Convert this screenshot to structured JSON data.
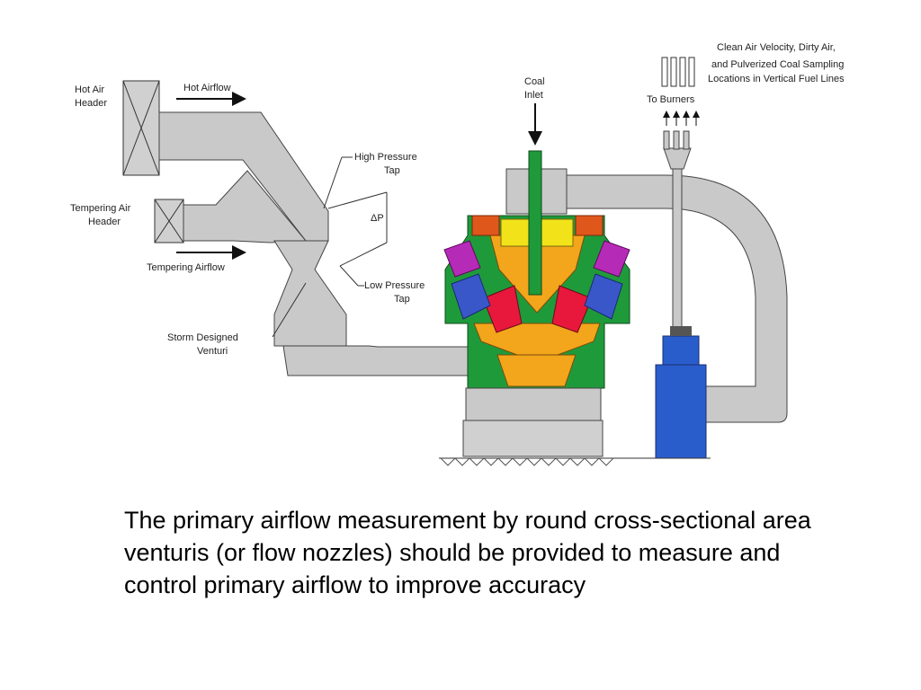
{
  "labels": {
    "hot_air_header": [
      "Hot Air",
      "Header"
    ],
    "hot_airflow": "Hot Airflow",
    "tempering_air_header": [
      "Tempering Air",
      "Header"
    ],
    "tempering_airflow": "Tempering Airflow",
    "high_pressure_tap": [
      "High Pressure",
      "Tap"
    ],
    "delta_p": "ΔP",
    "low_pressure_tap": [
      "Low Pressure",
      "Tap"
    ],
    "storm_venturi": [
      "Storm Designed",
      "Venturi"
    ],
    "coal_inlet": [
      "Coal",
      "Inlet"
    ],
    "to_burners": "To Burners",
    "sampling_locations": [
      "Clean Air Velocity, Dirty Air,",
      "and Pulverized Coal Sampling",
      "Locations in Vertical Fuel Lines"
    ]
  },
  "caption": "The primary airflow measurement by round cross-sectional area venturis (or flow nozzles) should be provided to measure and control primary airflow to improve accuracy",
  "colors": {
    "duct": "#c9c9c9",
    "mill_body": "#1f9a3a",
    "bowl": "#f3a51c",
    "classifier_top": "#f2e21a",
    "crown": "#e0571c",
    "grinding_roll": "#e8173c",
    "journal": "#3a57c9",
    "spring": "#b62ab8",
    "motor": "#2a5dcc"
  }
}
